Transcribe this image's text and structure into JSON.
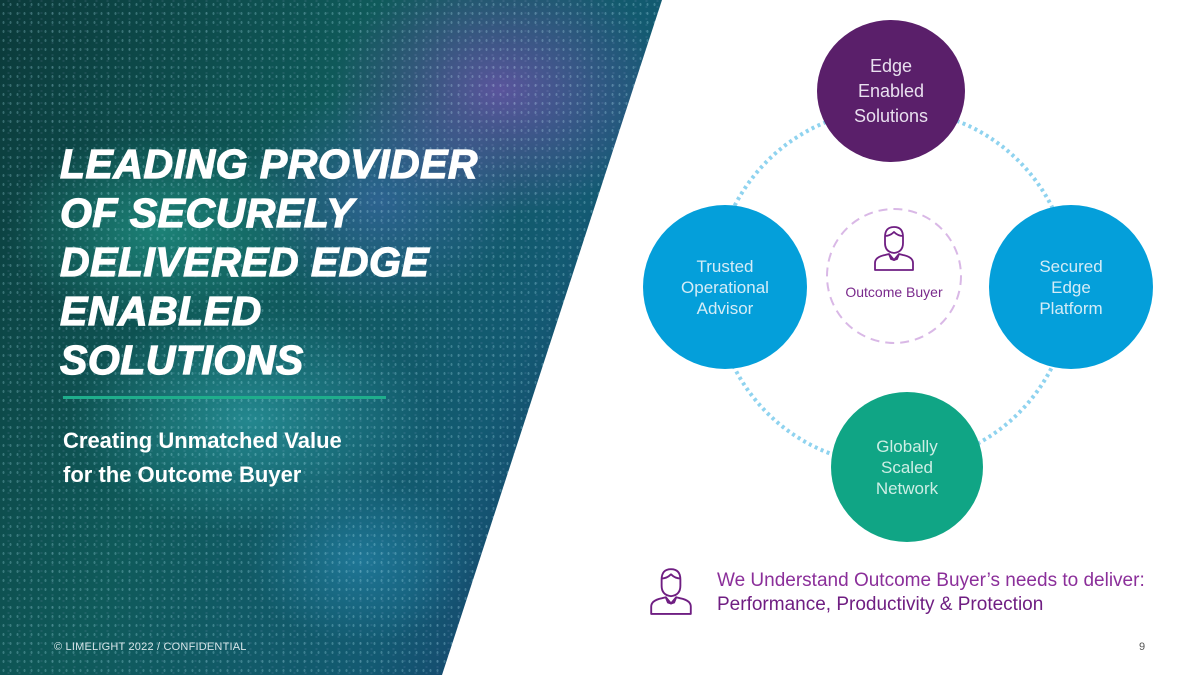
{
  "slide": {
    "headline_lines": [
      "LEADING PROVIDER",
      "OF SECURELY",
      "DELIVERED EDGE",
      "ENABLED",
      "SOLUTIONS"
    ],
    "subtitle_lines": [
      "Creating Unmatched Value",
      "for the Outcome Buyer"
    ],
    "footer": "© LIMELIGHT 2022 / CONFIDENTIAL",
    "page_number": "9"
  },
  "diagram": {
    "center": {
      "label": "Outcome Buyer",
      "icon": "person-icon"
    },
    "nodes": [
      {
        "id": "top",
        "lines": [
          "Edge",
          "Enabled",
          "Solutions"
        ],
        "color": "#5a1f6a"
      },
      {
        "id": "left",
        "lines": [
          "Trusted",
          "Operational",
          "Advisor"
        ],
        "color": "#049fda"
      },
      {
        "id": "right",
        "lines": [
          "Secured",
          "Edge",
          "Platform"
        ],
        "color": "#049fda"
      },
      {
        "id": "bottom",
        "lines": [
          "Globally",
          "Scaled",
          "Network"
        ],
        "color": "#10a585"
      }
    ],
    "ring_color": "#8fd3ef",
    "center_ring_color": "#d9b8e6"
  },
  "tagline": {
    "line1": "We Understand Outcome Buyer’s needs to deliver:",
    "line2": "Performance, Productivity & Protection",
    "icon": "person-icon"
  },
  "colors": {
    "accent_purple": "#6f1e82",
    "accent_teal": "#1fae8c"
  }
}
